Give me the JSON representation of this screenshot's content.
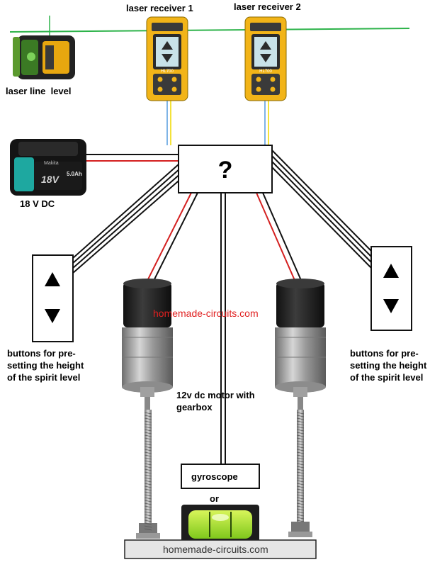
{
  "labels": {
    "receiver1": "laser receiver 1",
    "receiver2": "laser receiver 2",
    "laser_level": "laser line  level",
    "battery": "18 V DC",
    "controller": "?",
    "buttons_left": [
      "buttons for pre-",
      "setting the height",
      "of the spirit level"
    ],
    "buttons_right": [
      "buttons for pre-",
      "setting the height",
      "of the spirit level"
    ],
    "motor": [
      "12v dc motor with",
      "gearbox"
    ],
    "gyroscope": "gyroscope",
    "or": "or",
    "receiver_model_1": "HL700",
    "receiver_model_2": "HL700",
    "battery_brand": "Makita",
    "battery_capacity": "5.0Ah",
    "battery_voltage": "18V"
  },
  "watermarks": {
    "center": "homemade-circuits.com",
    "bottom": "homemade-circuits.com"
  },
  "icons": {
    "up_arrow": "triangle-up",
    "down_arrow": "triangle-down"
  },
  "colors": {
    "laser_beam": "#2db34a",
    "receiver_body": "#f2b418",
    "wire_red": "#d42020",
    "wire_blue": "#7fb4e6",
    "wire_yellow": "#f3e23a",
    "watermark_red": "#e02020",
    "motor_body": "#262626",
    "gearbox_metal": "#a8a8a8"
  }
}
